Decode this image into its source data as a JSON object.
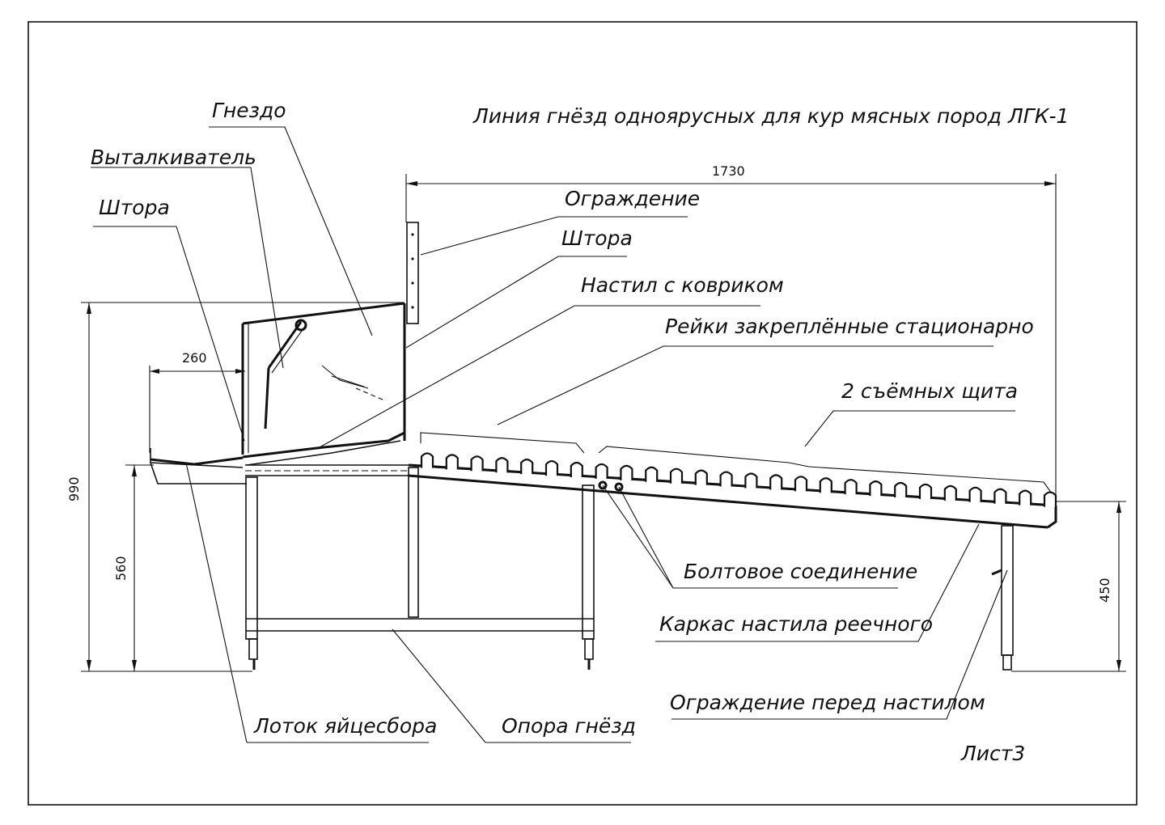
{
  "title": "Линия гнёзд одноярусных для кур мясных пород ЛГК-1",
  "sheet": "Лист3",
  "labels": {
    "nest": "Гнездо",
    "pusher": "Выталкиватель",
    "curtain_left": "Штора",
    "fence": "Ограждение",
    "curtain_right": "Штора",
    "deck_with_mat": "Настил с ковриком",
    "fixed_slats": "Рейки закреплённые стационарно",
    "removable_panels": "2 съёмных щита",
    "bolted_joint": "Болтовое соединение",
    "slatted_deck_frame": "Каркас настила реечного",
    "fence_before_deck": "Ограждение перед настилом",
    "egg_tray": "Лоток яйцесбора",
    "nest_support": "Опора гнёзд"
  },
  "dimensions": {
    "length": "1730",
    "tray_width": "260",
    "total_height": "990",
    "tray_height": "560",
    "deck_end_height": "450"
  }
}
